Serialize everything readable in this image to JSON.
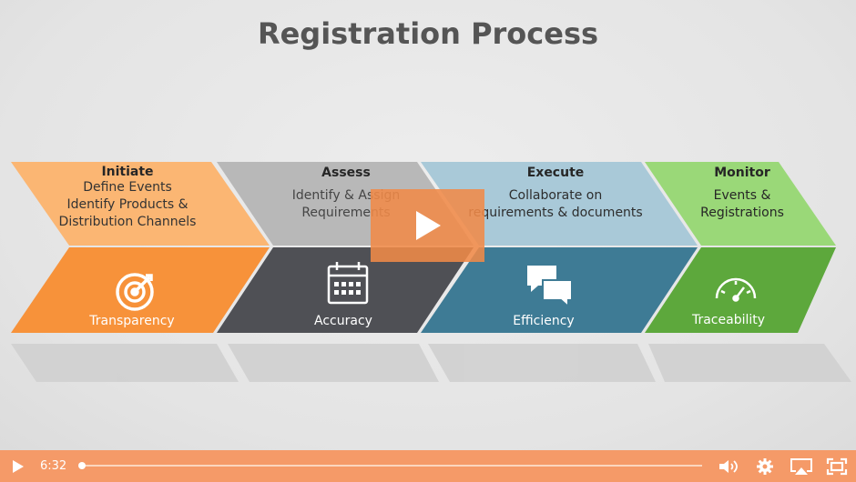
{
  "slide": {
    "title": "Registration Process",
    "stages": [
      {
        "head": "Initiate",
        "body": [
          "Define Events",
          "Identify Products &",
          "Distribution Channels"
        ],
        "footer": "Transparency",
        "icon": "target-icon"
      },
      {
        "head": "Assess",
        "body": [
          "Identify & Assign",
          "Requirements"
        ],
        "footer": "Accuracy",
        "icon": "calendar-icon"
      },
      {
        "head": "Execute",
        "body": [
          "Collaborate on",
          "requirements & documents"
        ],
        "footer": "Efficiency",
        "icon": "chat-bubbles-icon"
      },
      {
        "head": "Monitor",
        "body": [
          "Events &",
          "Registrations"
        ],
        "footer": "Traceability",
        "icon": "gauge-icon"
      }
    ],
    "colors": {
      "initiate_top": "#fbb673",
      "initiate_bottom": "#f7923a",
      "assess_top": "#b8b8b8",
      "assess_bottom": "#4f5055",
      "execute_top": "#a9c9d8",
      "execute_bottom": "#3e7b95",
      "monitor_top": "#9ad878",
      "monitor_bottom": "#5da83c"
    }
  },
  "player": {
    "time": "6:32",
    "progress_fraction": 0.003,
    "accent": "#f59a68",
    "icons": [
      "play-icon",
      "volume-icon",
      "settings-icon",
      "airplay-icon",
      "fullscreen-icon"
    ]
  }
}
